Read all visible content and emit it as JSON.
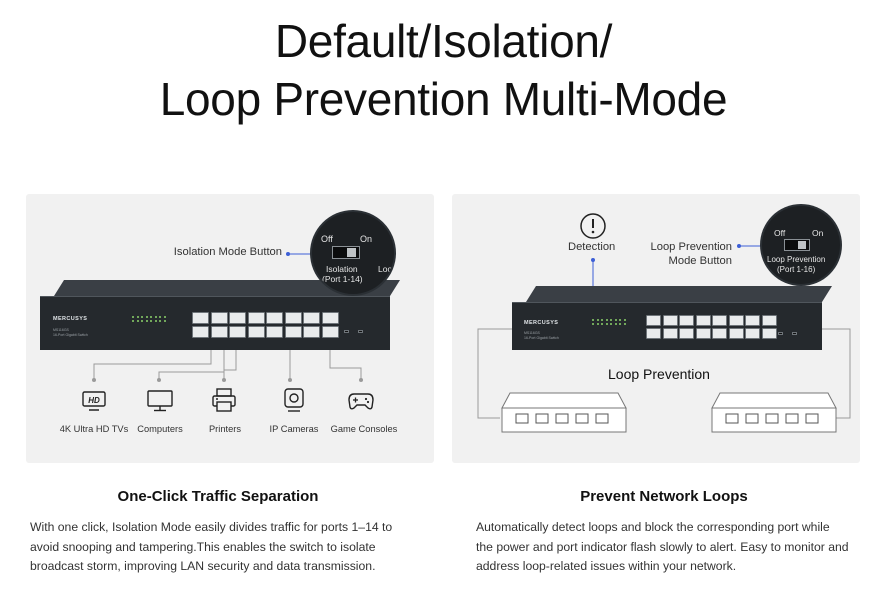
{
  "title": {
    "line1": "Default/Isolation/",
    "line2": "Loop Prevention Multi-Mode"
  },
  "left_panel": {
    "callout_label": "Isolation Mode Button",
    "switch_brand": "MERCUSYS",
    "switch_model": "MS116GS",
    "switch_desc": "16-Port Gigabit Switch",
    "zoom": {
      "off": "Off",
      "on": "On",
      "mode": "Isolation",
      "ports": "(Port 1-14)",
      "clip": "Loo"
    },
    "devices": [
      {
        "label": "4K Ultra HD TVs",
        "icon": "hd-tv-icon",
        "glyph": "HD"
      },
      {
        "label": "Computers",
        "icon": "computer-monitor-icon"
      },
      {
        "label": "Printers",
        "icon": "printer-icon"
      },
      {
        "label": "IP Cameras",
        "icon": "ip-camera-icon"
      },
      {
        "label": "Game Consoles",
        "icon": "gamepad-icon"
      }
    ]
  },
  "right_panel": {
    "detection_label": "Detection",
    "callout_line1": "Loop Prevention",
    "callout_line2": "Mode Button",
    "switch_brand": "MERCUSYS",
    "switch_model": "MS116GS",
    "switch_desc": "16-Port Gigabit Switch",
    "zoom": {
      "off": "Off",
      "on": "On",
      "mode": "Loop Prevention",
      "ports": "(Port 1-16)"
    },
    "loop_label": "Loop Prevention"
  },
  "features": [
    {
      "heading": "One-Click Traffic Separation",
      "lines": [
        "With one click, Isolation Mode easily divides traffic for ports 1–14 to",
        "avoid snooping and tampering.This enables the switch to isolate",
        "broadcast storm, improving LAN security and data transmission."
      ]
    },
    {
      "heading": "Prevent Network Loops",
      "lines": [
        "Automatically detect loops and block the corresponding port while",
        "the power and port indicator flash slowly to alert. Easy to monitor and",
        "address loop-related issues within your network."
      ]
    }
  ],
  "colors": {
    "accent_blue": "#3d5fd6",
    "panel_bg": "#f1f1f1",
    "switch_body": "#25292d"
  }
}
